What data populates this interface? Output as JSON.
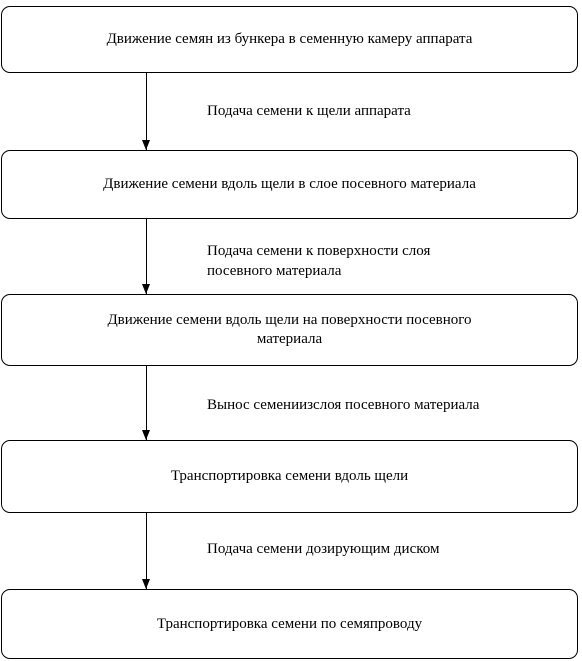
{
  "steps": [
    {
      "text": "Движение семян из бункера в семенную камеру аппарата"
    },
    {
      "text": "Движение семени вдоль щели в слое посевного материала"
    },
    {
      "text": "Движение семени вдоль щели на поверхности посевного\nматериала"
    },
    {
      "text": "Транспортировка семени вдоль щели"
    },
    {
      "text": "Транспортировка семени по семяпроводу"
    }
  ],
  "transitions": [
    {
      "lines": [
        "Подача семени к щели аппарата"
      ]
    },
    {
      "lines": [
        "Подача семени к поверхности слоя",
        "посевного материала"
      ]
    },
    {
      "lines": [
        "Вынос семениизслоя посевного материала"
      ]
    },
    {
      "lines": [
        "Подача семени дозирующим диском"
      ]
    }
  ],
  "colors": {
    "line": "#000000",
    "background": "#ffffff"
  }
}
